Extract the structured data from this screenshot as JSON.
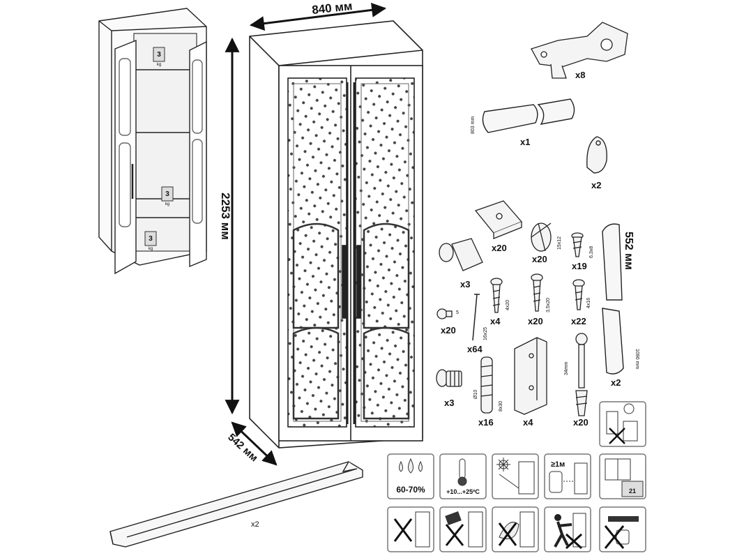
{
  "dimensions": {
    "width": "840 мм",
    "height": "2253 мм",
    "depth": "542 мм"
  },
  "shelf_loads": [
    {
      "value": "3",
      "unit": "kg"
    },
    {
      "value": "3",
      "unit": "kg"
    },
    {
      "value": "3",
      "unit": "kg"
    }
  ],
  "hardware": {
    "hinge": {
      "qty": "x8"
    },
    "rail": {
      "length": "803 mm",
      "qty": "x1"
    },
    "rail_holder": {
      "qty": "x2"
    },
    "cam_plate": {
      "qty": "x20"
    },
    "cam_lock": {
      "size": "15x12",
      "qty": "x20"
    },
    "screw_63x8": {
      "size": "6,3x8",
      "qty": "x19"
    },
    "profile": {
      "length_top": "552 мм",
      "length_side": "1090 mm",
      "qty": "x2"
    },
    "shelf_support": {
      "qty": "x3"
    },
    "screw_4x20": {
      "size": "4x20",
      "qty": "x4"
    },
    "screw_35x20": {
      "size": "3,5x20",
      "qty": "x20"
    },
    "screw_4x16": {
      "size": "4x16",
      "qty": "x22"
    },
    "cap": {
      "size": "5",
      "qty": "x20"
    },
    "nail": {
      "size": "16x25",
      "qty": "x64"
    },
    "leg": {
      "qty": "x3"
    },
    "dowel": {
      "diameter": "Ø10",
      "size": "8x30",
      "qty": "x16"
    },
    "bracket": {
      "qty": "x4"
    },
    "connector": {
      "size": "34mm",
      "qty": "x20"
    },
    "handle": {
      "qty": "x2"
    }
  },
  "care_icons": {
    "humidity": "60-70%",
    "temperature": "+10...+25ºC",
    "distance": "≥1м",
    "box_number": "21"
  }
}
